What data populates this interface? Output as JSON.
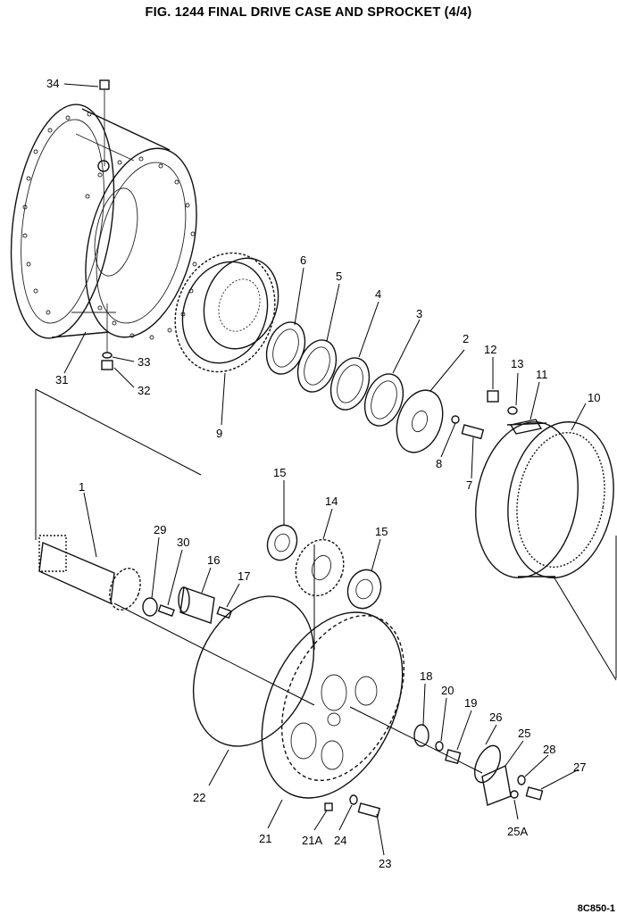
{
  "title": "FIG. 1244   FINAL DRIVE CASE AND SPROCKET (4/4)",
  "drawing_code": "8C850-1",
  "callouts": [
    {
      "id": "c34",
      "text": "34"
    },
    {
      "id": "c31",
      "text": "31"
    },
    {
      "id": "c33",
      "text": "33"
    },
    {
      "id": "c32",
      "text": "32"
    },
    {
      "id": "c6",
      "text": "6"
    },
    {
      "id": "c5",
      "text": "5"
    },
    {
      "id": "c4",
      "text": "4"
    },
    {
      "id": "c3",
      "text": "3"
    },
    {
      "id": "c2",
      "text": "2"
    },
    {
      "id": "c9",
      "text": "9"
    },
    {
      "id": "c12",
      "text": "12"
    },
    {
      "id": "c13",
      "text": "13"
    },
    {
      "id": "c11",
      "text": "11"
    },
    {
      "id": "c10",
      "text": "10"
    },
    {
      "id": "c8",
      "text": "8"
    },
    {
      "id": "c7",
      "text": "7"
    },
    {
      "id": "c1",
      "text": "1"
    },
    {
      "id": "c29",
      "text": "29"
    },
    {
      "id": "c30",
      "text": "30"
    },
    {
      "id": "c16",
      "text": "16"
    },
    {
      "id": "c17",
      "text": "17"
    },
    {
      "id": "c15a",
      "text": "15"
    },
    {
      "id": "c14",
      "text": "14"
    },
    {
      "id": "c15b",
      "text": "15"
    },
    {
      "id": "c18",
      "text": "18"
    },
    {
      "id": "c20",
      "text": "20"
    },
    {
      "id": "c19",
      "text": "19"
    },
    {
      "id": "c26",
      "text": "26"
    },
    {
      "id": "c25",
      "text": "25"
    },
    {
      "id": "c28",
      "text": "28"
    },
    {
      "id": "c27",
      "text": "27"
    },
    {
      "id": "c22",
      "text": "22"
    },
    {
      "id": "c21",
      "text": "21"
    },
    {
      "id": "c21a",
      "text": "21A"
    },
    {
      "id": "c24",
      "text": "24"
    },
    {
      "id": "c23",
      "text": "23"
    },
    {
      "id": "c25a",
      "text": "25A"
    }
  ]
}
